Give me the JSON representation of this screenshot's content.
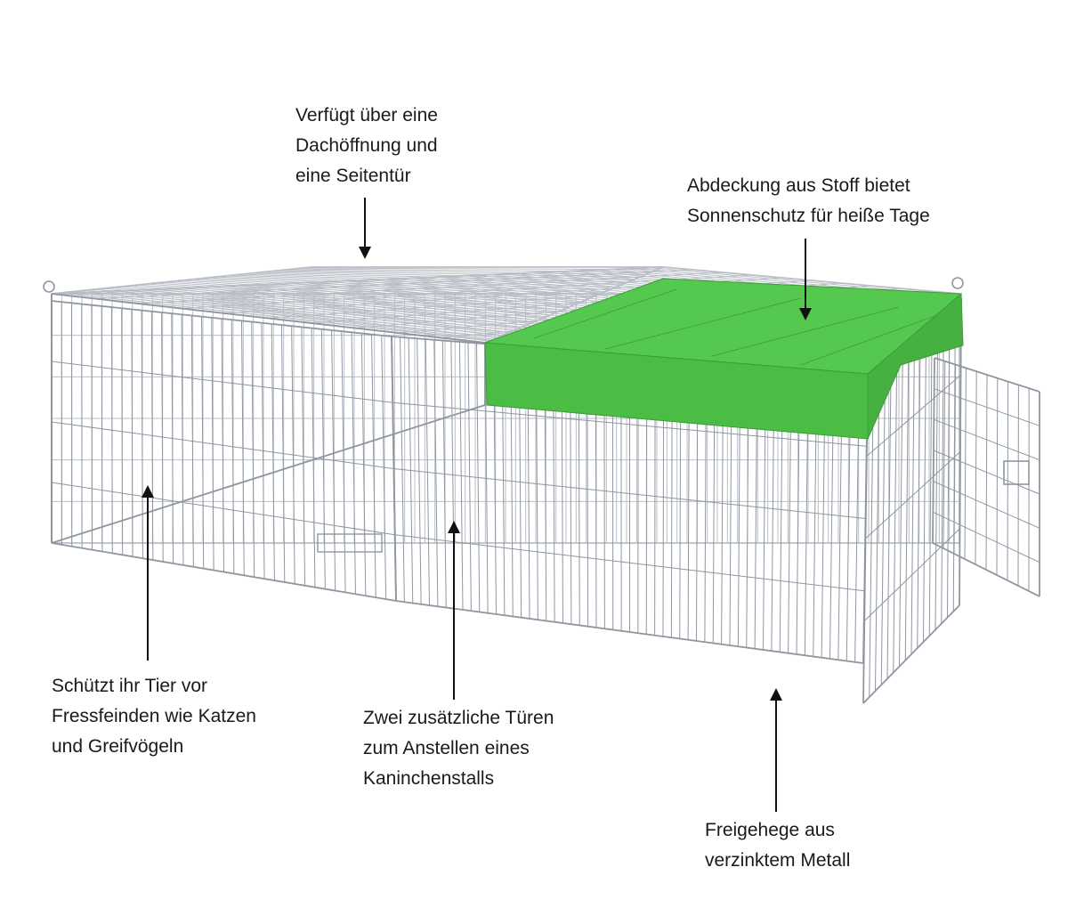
{
  "callouts": {
    "roof": {
      "lines": [
        "Verfügt über eine",
        "Dachöffnung und",
        "eine Seitentür"
      ]
    },
    "cover": {
      "lines": [
        "Abdeckung aus Stoff bietet",
        "Sonnenschutz für heiße Tage"
      ]
    },
    "protect": {
      "lines": [
        "Schützt ihr Tier vor",
        "Fressfeinden wie Katzen",
        "und Greifvögeln"
      ]
    },
    "doors": {
      "lines": [
        "Zwei zusätzliche Türen",
        "zum Anstellen eines",
        "Kaninchenstalls"
      ]
    },
    "material": {
      "lines": [
        "Freigehege aus",
        "verzinktem Metall"
      ]
    }
  },
  "colors": {
    "wire": "#8f96a0",
    "wire_light": "#b9bec6",
    "cover_top": "#55c94f",
    "cover_side": "#49b843",
    "cover_dark": "#3a9e36",
    "arrow": "#111111"
  },
  "icons": [
    "arrow-down-icon",
    "arrow-up-icon"
  ]
}
